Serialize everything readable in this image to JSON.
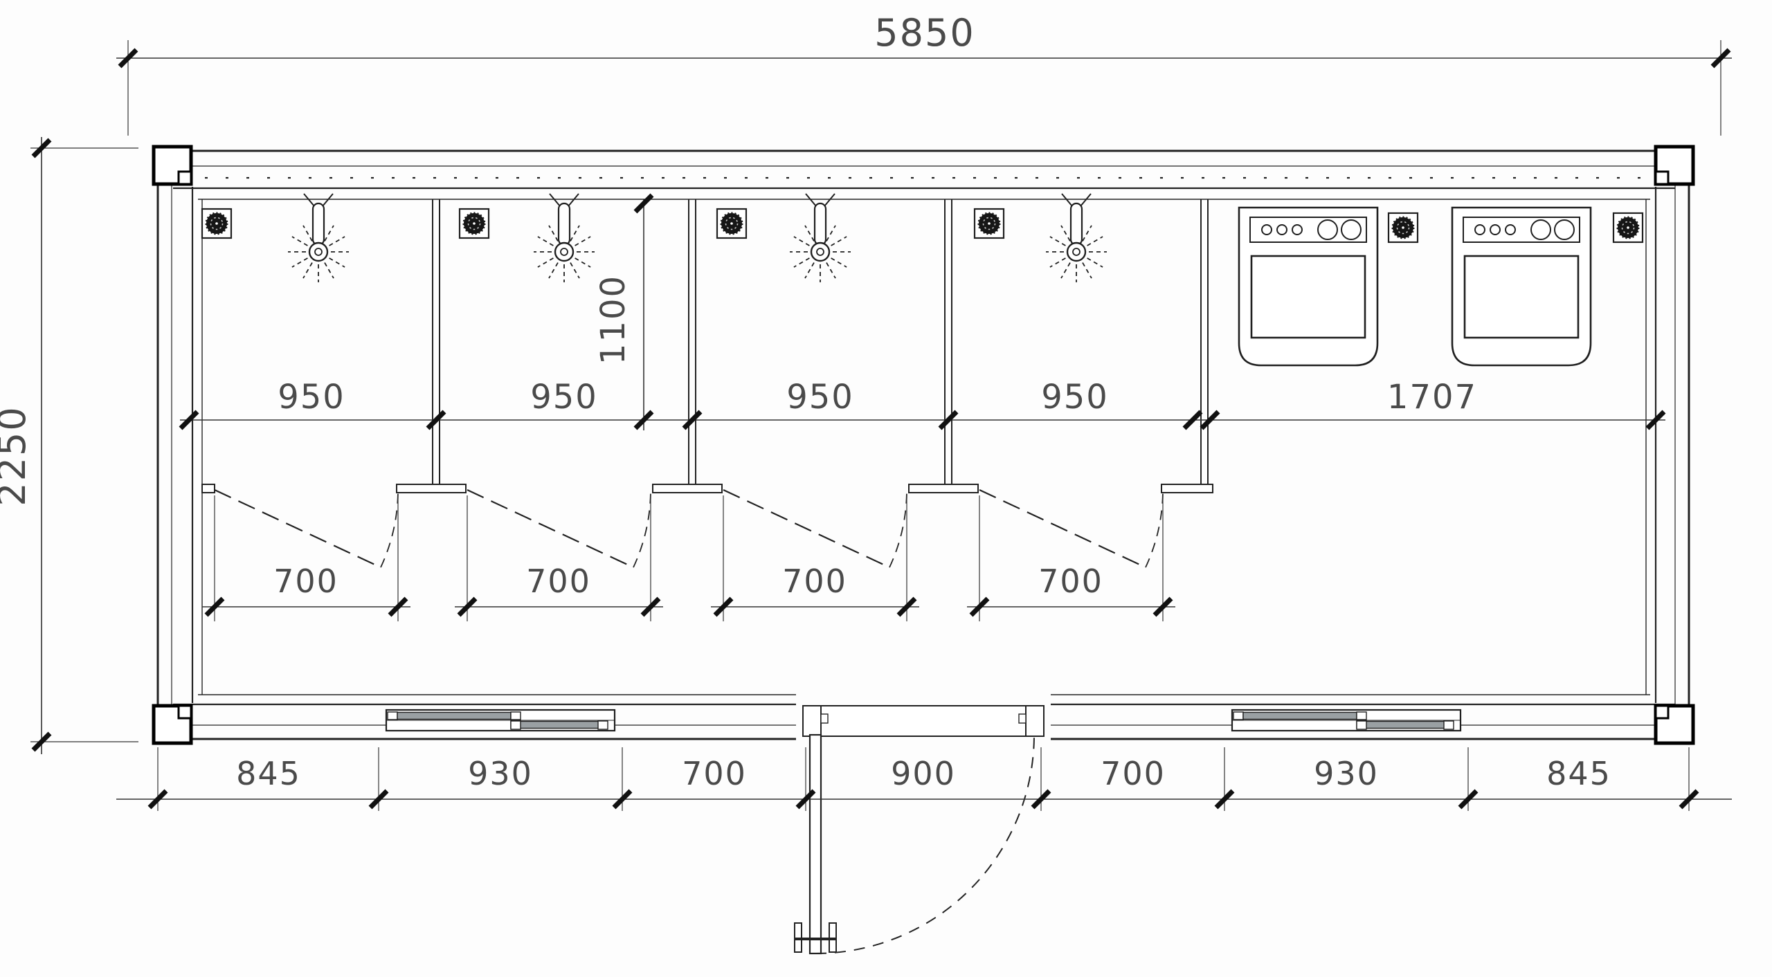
{
  "drawing": {
    "overall_width_mm": "5850",
    "overall_depth_mm": "2250",
    "stall_width_labels": [
      "950",
      "950",
      "950",
      "950"
    ],
    "laundry_width_label": "1707",
    "stall_depth_label": "1100",
    "door_width_labels": [
      "700",
      "700",
      "700",
      "700"
    ],
    "bottom_dim_labels": [
      "845",
      "930",
      "700",
      "900",
      "700",
      "930",
      "845"
    ]
  },
  "symbols": {
    "floor_drain": "floor-drain",
    "shower_head": "shower-head",
    "washing_machine": "washing-machine",
    "sliding_window": "sliding-window",
    "swing_door": "swing-door",
    "corner_casting": "corner-casting"
  },
  "colors": {
    "background": "#fdfdfd",
    "line": "#1f1f1f",
    "dim_text": "#4a4a4a",
    "sash_fill": "#9aa0a3"
  }
}
